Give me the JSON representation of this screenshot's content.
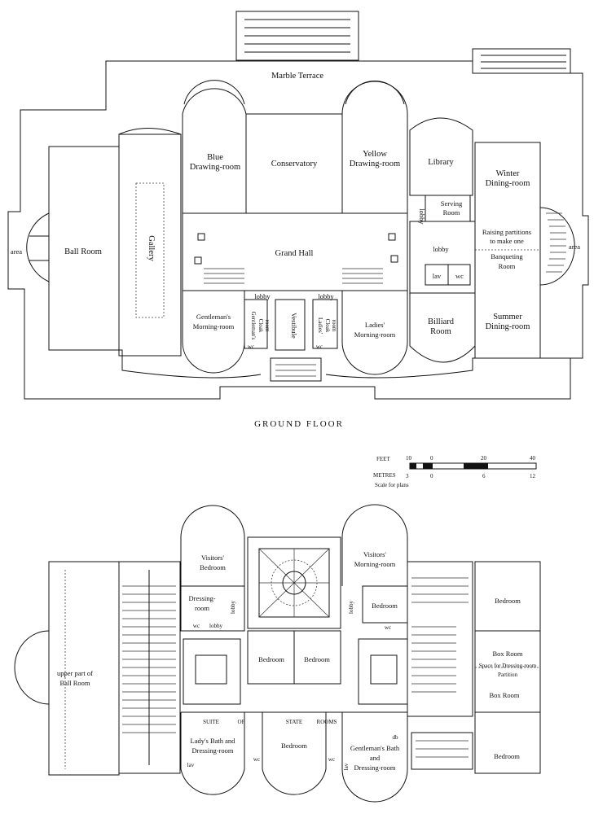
{
  "ground_floor": {
    "caption": "GROUND FLOOR",
    "rooms": {
      "marble_terrace": "Marble Terrace",
      "blue_drawing_1": "Blue",
      "blue_drawing_2": "Drawing-room",
      "conservatory": "Conservatory",
      "yellow_drawing_1": "Yellow",
      "yellow_drawing_2": "Drawing-room",
      "library": "Library",
      "winter_dining_1": "Winter",
      "winter_dining_2": "Dining-room",
      "serving_room_1": "Serving",
      "serving_room_2": "Room",
      "raising_partitions_1": "Raising partitions",
      "raising_partitions_2": "to make one",
      "banqueting_1": "Banqueting",
      "banqueting_2": "Room",
      "ball_room": "Ball Room",
      "gallery": "Gallery",
      "grand_hall": "Grand Hall",
      "lobby_left": "lobby",
      "lobby_right": "lobby",
      "lobby_east": "lobby",
      "lobby_east2": "lobby",
      "gent_morning_1": "Gentleman's",
      "gent_morning_2": "Morning-room",
      "gent_cloak_1": "Gentleman's",
      "gent_cloak_2": "Cloak",
      "gent_cloak_3": "room",
      "vestibule": "Vestibule",
      "ladies_cloak_1": "Ladies'",
      "ladies_cloak_2": "Cloak",
      "ladies_cloak_3": "room",
      "ladies_morning_1": "Ladies'",
      "ladies_morning_2": "Morning-room",
      "billiard_1": "Billiard",
      "billiard_2": "Room",
      "summer_dining_1": "Summer",
      "summer_dining_2": "Dining-room",
      "lav": "lav",
      "wc": "wc",
      "area_left": "area",
      "area_right": "area",
      "wc_small_left": "wc",
      "wc_small_right": "wc"
    }
  },
  "scale": {
    "feet_label": "FEET",
    "metres_label": "METRES",
    "note": "Scale for plans",
    "feet_ticks": [
      "10",
      "0",
      "20",
      "40"
    ],
    "metres_ticks": [
      "3",
      "0",
      "6",
      "12"
    ]
  },
  "first_floor": {
    "rooms": {
      "visitors_bed_1": "Visitors'",
      "visitors_bed_2": "Bedroom",
      "visitors_morning_1": "Visitors'",
      "visitors_morning_2": "Morning-room",
      "dressing_1": "Dressing-",
      "dressing_2": "room",
      "lobby_a": "lobby",
      "lobby_b": "lobby",
      "lobby_c": "lobby",
      "wc_a": "wc",
      "wc_b": "wc",
      "bedroom_e1": "Bedroom",
      "bedroom_center_1": "Bedroom",
      "bedroom_center_2": "Bedroom",
      "bedroom_far_right_top": "Bedroom",
      "box_room_1": "Box Room",
      "space_dressing": "Space for Dressing-room",
      "partition": "Partition",
      "box_room_2": "Box Room",
      "upper_ball_1": "upper part of",
      "upper_ball_2": "Ball Room",
      "suite_left": "SUITE",
      "of": "OF",
      "state": "STATE",
      "bedroom_state": "Bedroom",
      "rooms_label": "ROOMS",
      "lady_bath_1": "Lady's Bath and",
      "lady_bath_2": "Dressing-room",
      "gent_bath_1": "Gentleman's Bath",
      "gent_bath_2": "and",
      "gent_bath_3": "Dressing-room",
      "bedroom_bottom_right": "Bedroom",
      "lav_a": "lav",
      "lav_b": "lav",
      "wc_c": "wc",
      "wc_d": "wc",
      "db": "db"
    }
  }
}
